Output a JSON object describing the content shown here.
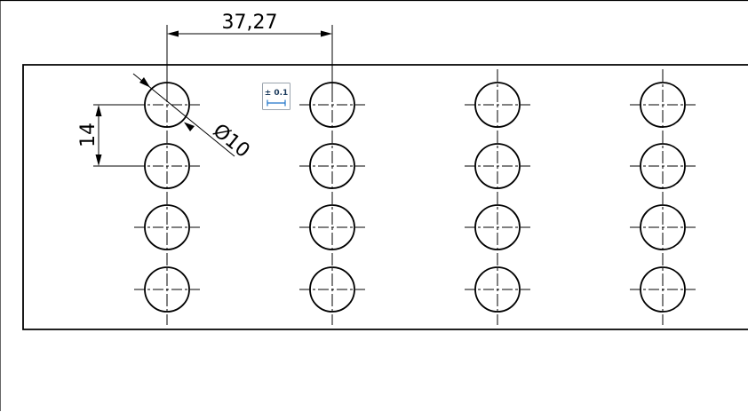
{
  "drawing": {
    "dimensions": {
      "horizontal_spacing": "37,27",
      "vertical_spacing": "14",
      "hole_diameter": "Ø10"
    },
    "tolerance_tool": {
      "label": "± 0.1",
      "icon": "tolerance-icon"
    },
    "hole_grid": {
      "columns": 4,
      "rows": 4
    },
    "colors": {
      "line": "#000000",
      "tolerance_accent": "#1f74c9"
    }
  }
}
